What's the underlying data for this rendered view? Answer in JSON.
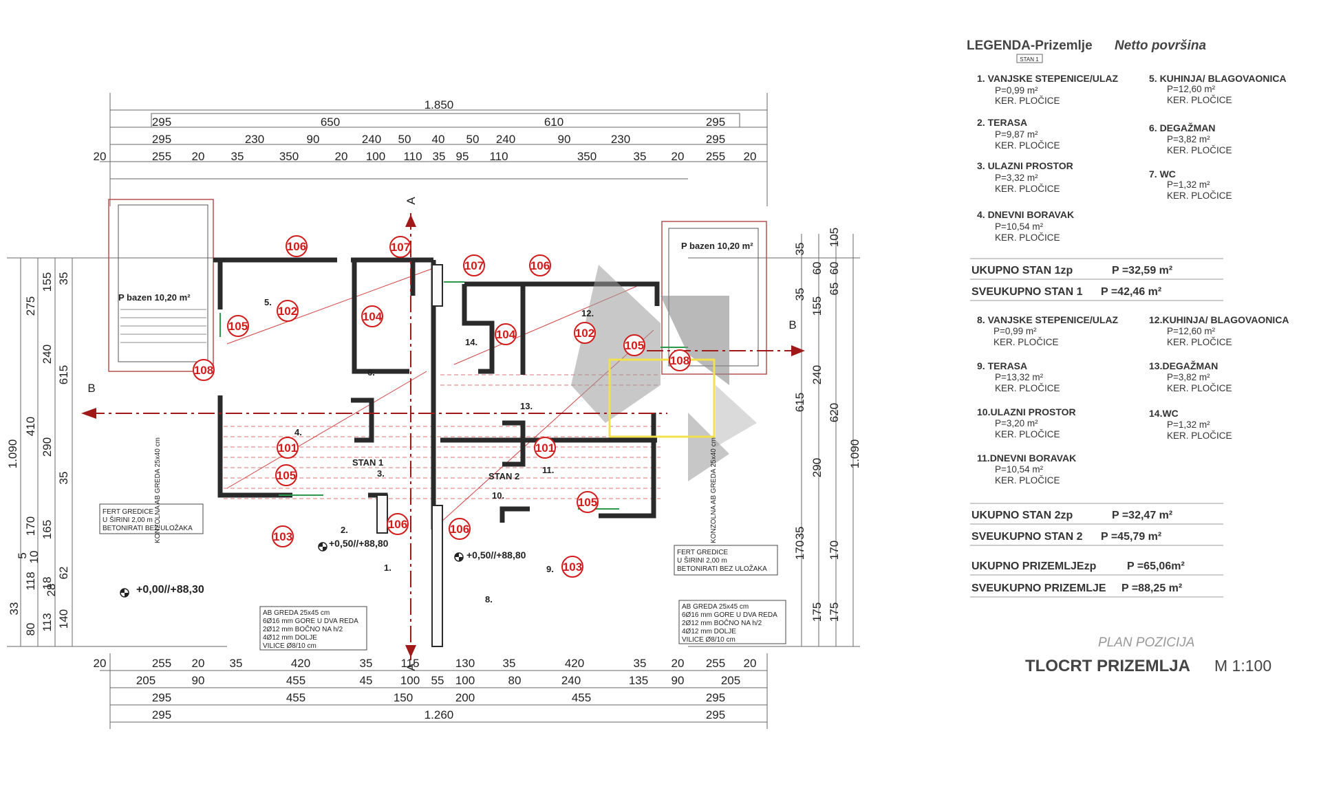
{
  "plan": {
    "dims_top": {
      "row1": [
        "1.850"
      ],
      "row2": [
        "295",
        "650",
        "610",
        "295"
      ],
      "row3": [
        "295",
        "230",
        "90",
        "240",
        "50",
        "40",
        "50",
        "240",
        "90",
        "230",
        "295"
      ],
      "row4": [
        "20",
        "255",
        "20",
        "35",
        "350",
        "20",
        "100",
        "110",
        "35",
        "95",
        "110",
        "350",
        "35",
        "20",
        "255",
        "20"
      ]
    },
    "dims_bottom": {
      "row1": [
        "20",
        "255",
        "20",
        "35",
        "420",
        "35",
        "115",
        "130",
        "35",
        "420",
        "35",
        "20",
        "255",
        "20"
      ],
      "row2": [
        "205",
        "90",
        "455",
        "45",
        "100",
        "55",
        "100",
        "80",
        "240",
        "135",
        "90",
        "205"
      ],
      "row3": [
        "295",
        "455",
        "150",
        "200",
        "455",
        "295"
      ],
      "row4": [
        "295",
        "1.260",
        "295"
      ]
    },
    "dims_left": [
      "1.090",
      "275",
      "240",
      "615",
      "410",
      "290",
      "170",
      "10",
      "118",
      "33",
      "80",
      "155",
      "35",
      "35",
      "165",
      "5",
      "18",
      "113",
      "62",
      "28",
      "140"
    ],
    "dims_right": [
      "105",
      "60",
      "35",
      "155",
      "240",
      "615",
      "290",
      "170",
      "35",
      "175",
      "1.090",
      "60",
      "65",
      "620",
      "170",
      "175",
      "35"
    ],
    "section_marks": [
      "A",
      "A",
      "B",
      "B"
    ],
    "pool_left": "P bazen 10,20 m²",
    "pool_right": "P bazen 10,20 m²",
    "room_numbers": [
      "1.",
      "2.",
      "3.",
      "4.",
      "5.",
      "6.",
      "8.",
      "9.",
      "10.",
      "11.",
      "12.",
      "13.",
      "14."
    ],
    "stan_labels": [
      "STAN 1",
      "STAN 2"
    ],
    "tags": [
      "101",
      "101",
      "102",
      "102",
      "103",
      "103",
      "104",
      "104",
      "105",
      "105",
      "105",
      "105",
      "106",
      "106",
      "106",
      "106",
      "107",
      "107",
      "108",
      "108"
    ],
    "levels": [
      "+0,00//+88,30",
      "+0,50//+88,80",
      "+0,50//+88,80"
    ],
    "fert_left": [
      "FERT GREDICE",
      "U ŠIRINI 2,00 m",
      "BETONIRATI BEZ ULOŽAKA"
    ],
    "fert_right": [
      "FERT GREDICE",
      "U ŠIRINI 2,00 m",
      "BETONIRATI BEZ ULOŽAKA"
    ],
    "greda_left": [
      "AB GREDA 25x45 cm",
      "6Ø16 mm GORE U DVA REDA",
      "2Ø12 mm BOČNO NA h/2",
      "4Ø12 mm DOLJE",
      "VILICE Ø8/10 cm"
    ],
    "greda_right": [
      "AB GREDA 25x45 cm",
      "6Ø16 mm GORE U DVA REDA",
      "2Ø12 mm BOČNO NA h/2",
      "4Ø12 mm DOLJE",
      "VILICE Ø8/10 cm"
    ],
    "konzolna_left": "KONZOLNA AB GREDA 25x40 cm",
    "konzolna_right": "KONZOLNA AB GREDA 25x40 cm",
    "colors": {
      "tag_red": "#d21a1a",
      "highlight_yellow": "#f2e14a",
      "wall": "#2a2a2a",
      "dim_line": "#555555"
    }
  },
  "legend": {
    "title": "LEGENDA-Prizemlje",
    "subtitle": "Netto površina",
    "stan_badge": "STAN 1",
    "stan1_left": [
      {
        "head": "1.  VANJSKE STEPENICE/ULAZ",
        "area": "P=0,99 m²",
        "finish": "KER. PLOČICE"
      },
      {
        "head": "2.  TERASA",
        "area": "P=9,87 m²",
        "finish": "KER. PLOČICE"
      },
      {
        "head": "3.  ULAZNI PROSTOR",
        "area": "P=3,32 m²",
        "finish": "KER. PLOČICE"
      },
      {
        "head": "4.  DNEVNI BORAVAK",
        "area": "P=10,54 m²",
        "finish": "KER. PLOČICE"
      }
    ],
    "stan1_right": [
      {
        "head": "5.  KUHINJA/ BLAGOVAONICA",
        "area": "P=12,60 m²",
        "finish": "KER. PLOČICE"
      },
      {
        "head": "6.  DEGAŽMAN",
        "area": "P=3,82 m²",
        "finish": "KER. PLOČICE"
      },
      {
        "head": "7.  WC",
        "area": "P=1,32 m²",
        "finish": "KER. PLOČICE"
      }
    ],
    "total1_zp_label": "UKUPNO STAN 1zp",
    "total1_zp_value": "P =32,59 m²",
    "total1_label": "SVEUKUPNO STAN 1",
    "total1_value": "P =42,46 m²",
    "stan2_left": [
      {
        "head": "8.  VANJSKE STEPENICE/ULAZ",
        "area": "P=0,99 m²",
        "finish": "KER. PLOČICE"
      },
      {
        "head": "9.  TERASA",
        "area": "P=13,32 m²",
        "finish": "KER. PLOČICE"
      },
      {
        "head": "10.ULAZNI PROSTOR",
        "area": "P=3,20 m²",
        "finish": "KER. PLOČICE"
      },
      {
        "head": "11.DNEVNI BORAVAK",
        "area": "P=10,54 m²",
        "finish": "KER. PLOČICE"
      }
    ],
    "stan2_right": [
      {
        "head": "12.KUHINJA/ BLAGOVAONICA",
        "area": "P=12,60 m²",
        "finish": "KER. PLOČICE"
      },
      {
        "head": "13.DEGAŽMAN",
        "area": "P=3,82 m²",
        "finish": "KER. PLOČICE"
      },
      {
        "head": "14.WC",
        "area": "P=1,32 m²",
        "finish": "KER. PLOČICE"
      }
    ],
    "total2_zp_label": "UKUPNO STAN 2zp",
    "total2_zp_value": "P =32,47 m²",
    "total2_label": "SVEUKUPNO STAN 2",
    "total2_value": "P =45,79 m²",
    "totalp_zp_label": "UKUPNO PRIZEMLJEzp",
    "totalp_zp_value": "P =65,06m²",
    "totalp_label": "SVEUKUPNO PRIZEMLJE",
    "totalp_value": "P =88,25 m²",
    "plan_pozicija": "PLAN POZICIJA",
    "drawing_title": "TLOCRT PRIZEMLJA",
    "drawing_scale": "M 1:100"
  }
}
